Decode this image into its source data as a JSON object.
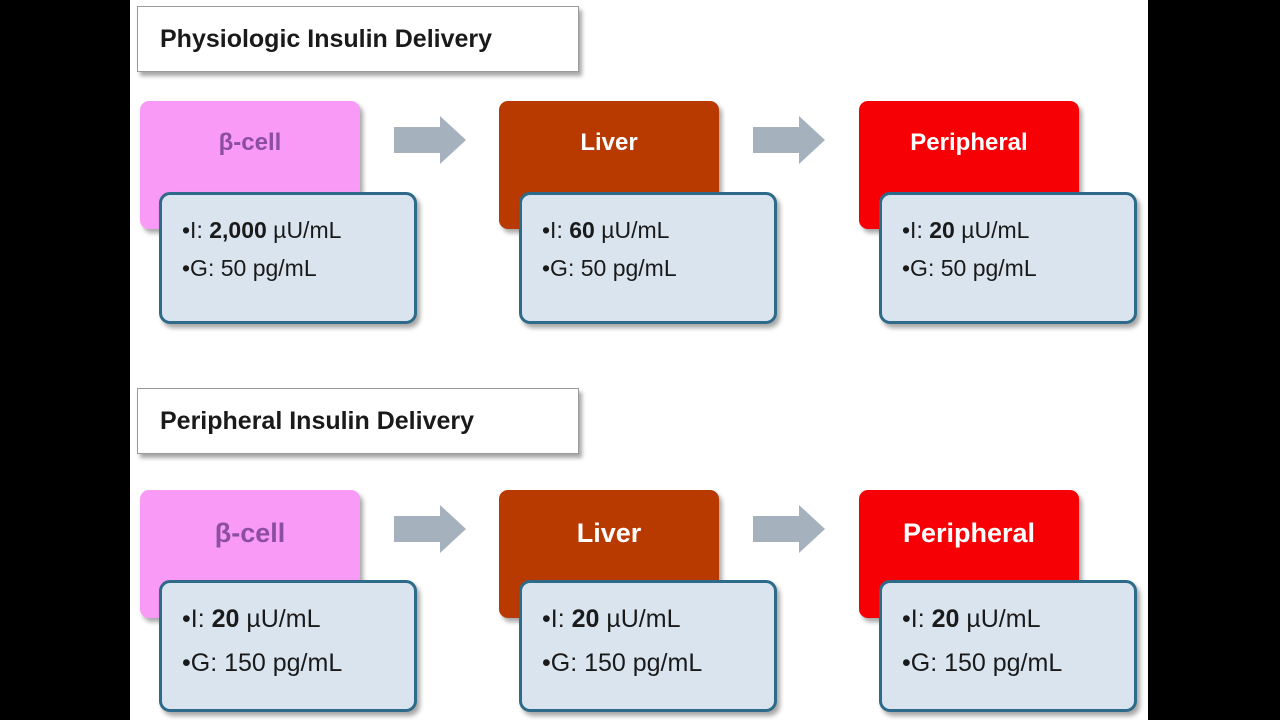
{
  "sections": [
    {
      "title": "Physiologic Insulin Delivery",
      "stages": [
        {
          "name": "β-cell",
          "insulin_label": "•I: ",
          "insulin_value": "2,000",
          "insulin_unit": " µU/mL",
          "glucagon": "•G: 50 pg/mL"
        },
        {
          "name": "Liver",
          "insulin_label": "•I: ",
          "insulin_value": "60",
          "insulin_unit": " µU/mL",
          "glucagon": "•G: 50 pg/mL"
        },
        {
          "name": "Peripheral",
          "insulin_label": "•I: ",
          "insulin_value": "20",
          "insulin_unit": " µU/mL",
          "glucagon": "•G: 50 pg/mL"
        }
      ]
    },
    {
      "title": "Peripheral Insulin Delivery",
      "stages": [
        {
          "name": "β-cell",
          "insulin_label": "•I: ",
          "insulin_value": "20",
          "insulin_unit": " µU/mL",
          "glucagon": "•G: 150 pg/mL"
        },
        {
          "name": "Liver",
          "insulin_label": "•I: ",
          "insulin_value": "20",
          "insulin_unit": " µU/mL",
          "glucagon": "•G: 150 pg/mL"
        },
        {
          "name": "Peripheral",
          "insulin_label": "•I: ",
          "insulin_value": "20",
          "insulin_unit": " µU/mL",
          "glucagon": "•G: 150 pg/mL"
        }
      ]
    }
  ],
  "colors": {
    "beta_cell": "#f99af6",
    "liver": "#b83a00",
    "peripheral": "#f70005",
    "info_box_fill": "#d9e4ef",
    "info_box_border": "#2e6a8a",
    "arrow": "#a5b1bd"
  },
  "icons": [
    "right-arrow-icon"
  ]
}
